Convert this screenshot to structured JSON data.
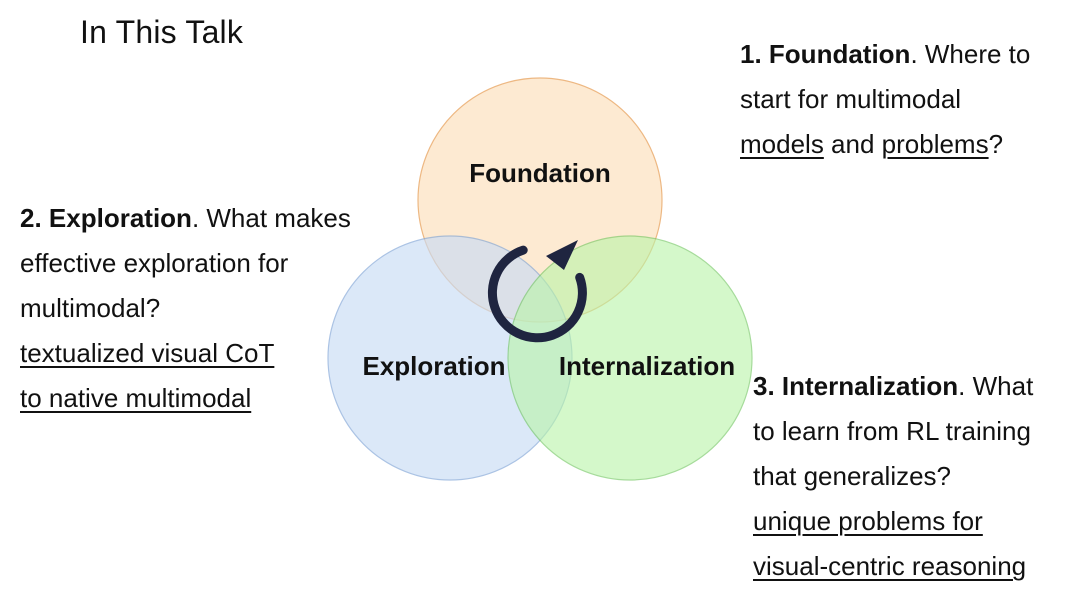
{
  "slide": {
    "title": "In This Talk"
  },
  "venn": {
    "circles": [
      {
        "id": "foundation",
        "label": "Foundation",
        "fill": "#fde3c3",
        "stroke": "#e8a15a"
      },
      {
        "id": "exploration",
        "label": "Exploration",
        "fill": "#c9dcf5",
        "stroke": "#7fa4d6"
      },
      {
        "id": "internalization",
        "label": "Internalization",
        "fill": "#b9f5a8",
        "stroke": "#6cc45a"
      }
    ],
    "cycle_icon": "clockwise-cycle-arrow-icon",
    "cycle_color": "#1f2540"
  },
  "points": {
    "foundation": {
      "number": "1.",
      "name": "Foundation",
      "text_1": ". Where to",
      "text_2": "start for multimodal",
      "link_1": "models",
      "joiner": " and ",
      "link_2": "problems",
      "end": "?"
    },
    "exploration": {
      "number": "2.",
      "name": "Exploration",
      "text_1": ". What makes",
      "text_2": "effective exploration for",
      "text_3": "multimodal?",
      "link_1": "textualized visual CoT",
      "link_2": "to native multimodal"
    },
    "internalization": {
      "number": "3.",
      "name": "Internalization",
      "text_1": ". What",
      "text_2": "to learn from RL training",
      "text_3": "that generalizes?",
      "link_1": "unique problems for",
      "link_2": "visual-centric reasoning"
    }
  }
}
